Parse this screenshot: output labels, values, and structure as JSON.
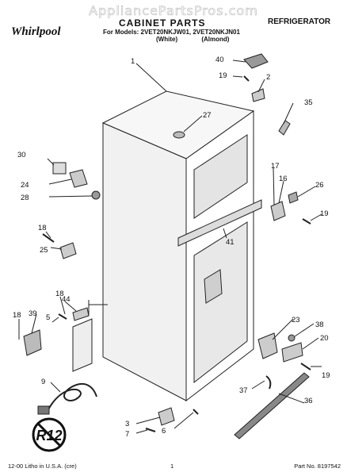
{
  "watermark": "AppliancePartsPros.com",
  "brand": "Whirlpool",
  "header": {
    "title": "CABINET PARTS",
    "category": "REFRIGERATOR",
    "models": "For Models: 2VET20NKJW01, 2VET20NKJN01",
    "color_white": "(White)",
    "color_almond": "(Almond)"
  },
  "footer": {
    "left": "12-00 Litho in U.S.A. (cre)",
    "center": "1",
    "right": "Part No. 8197542"
  },
  "badge": {
    "text": "R12"
  },
  "callouts": [
    {
      "id": "c1",
      "text": "1"
    },
    {
      "id": "c2",
      "text": "2"
    },
    {
      "id": "c3",
      "text": "3"
    },
    {
      "id": "c5",
      "text": "5"
    },
    {
      "id": "c6",
      "text": "6"
    },
    {
      "id": "c7",
      "text": "7"
    },
    {
      "id": "c9",
      "text": "9"
    },
    {
      "id": "c16",
      "text": "16"
    },
    {
      "id": "c17",
      "text": "17"
    },
    {
      "id": "c18a",
      "text": "18"
    },
    {
      "id": "c18b",
      "text": "18"
    },
    {
      "id": "c18c",
      "text": "18"
    },
    {
      "id": "c19a",
      "text": "19"
    },
    {
      "id": "c19b",
      "text": "19"
    },
    {
      "id": "c19c",
      "text": "19"
    },
    {
      "id": "c20",
      "text": "20"
    },
    {
      "id": "c23",
      "text": "23"
    },
    {
      "id": "c24",
      "text": "24"
    },
    {
      "id": "c25",
      "text": "25"
    },
    {
      "id": "c26",
      "text": "26"
    },
    {
      "id": "c27",
      "text": "27"
    },
    {
      "id": "c28",
      "text": "28"
    },
    {
      "id": "c30",
      "text": "30"
    },
    {
      "id": "c35",
      "text": "35"
    },
    {
      "id": "c36",
      "text": "36"
    },
    {
      "id": "c37",
      "text": "37"
    },
    {
      "id": "c38",
      "text": "38"
    },
    {
      "id": "c39",
      "text": "39"
    },
    {
      "id": "c40",
      "text": "40"
    },
    {
      "id": "c41",
      "text": "41"
    },
    {
      "id": "c44",
      "text": "44"
    }
  ]
}
